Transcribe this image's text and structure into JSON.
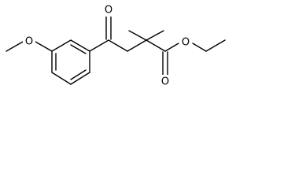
{
  "atoms": {
    "o_methoxy": "O",
    "o_ketone": "O",
    "o_ester_carbonyl": "O",
    "o_ester_ether": "O"
  }
}
